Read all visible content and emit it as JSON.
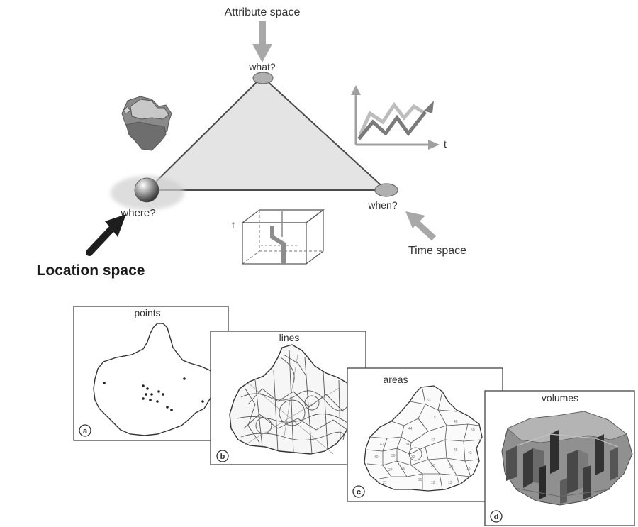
{
  "triangle": {
    "attribute_label": "Attribute space",
    "what_label": "what?",
    "where_label": "where?",
    "when_label": "when?",
    "location_label": "Location space",
    "time_label": "Time space",
    "time_axis_t": "t",
    "cube_axis_t": "t"
  },
  "panels": [
    {
      "title": "points",
      "badge": "a"
    },
    {
      "title": "lines",
      "badge": "b"
    },
    {
      "title": "areas",
      "badge": "c"
    },
    {
      "title": "volumes",
      "badge": "d"
    }
  ],
  "colors": {
    "triangle_fill": "#e4e4e4",
    "node_fill": "#b0b0b0",
    "arrow_gray": "#a8a8a8",
    "arrow_dark": "#1e1e1e",
    "map_fill": "#909090"
  }
}
